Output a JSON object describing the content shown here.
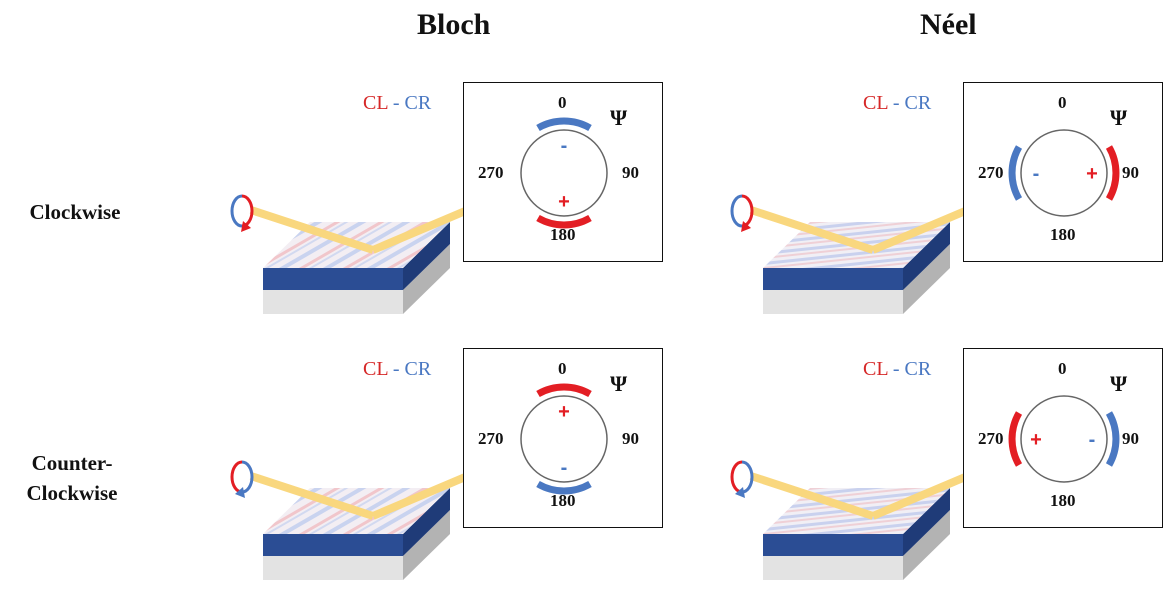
{
  "columns": {
    "bloch": "Bloch",
    "neel": "Néel"
  },
  "rows": {
    "clockwise": "Clockwise",
    "counter_line1": "Counter-",
    "counter_line2": "Clockwise"
  },
  "legend": {
    "cl": "CL",
    "sep": " - ",
    "cr": "CR"
  },
  "angles": {
    "top": "0",
    "right": "90",
    "bottom": "180",
    "left": "270"
  },
  "psi": "Ψ",
  "signs": {
    "plus": "+",
    "minus": "-"
  },
  "colors": {
    "red": "#e31e24",
    "blue": "#4a78c2",
    "beam": "#f9d77e",
    "top_layer": "#2b4d94",
    "base": "#d0d0d0"
  },
  "panels": [
    {
      "domain_wall": "Bloch",
      "helicity": "Clockwise",
      "red_arc": "180",
      "blue_arc": "0"
    },
    {
      "domain_wall": "Néel",
      "helicity": "Clockwise",
      "red_arc": "90",
      "blue_arc": "270"
    },
    {
      "domain_wall": "Bloch",
      "helicity": "Counter-Clockwise",
      "red_arc": "0",
      "blue_arc": "180"
    },
    {
      "domain_wall": "Néel",
      "helicity": "Counter-Clockwise",
      "red_arc": "270",
      "blue_arc": "90"
    }
  ]
}
